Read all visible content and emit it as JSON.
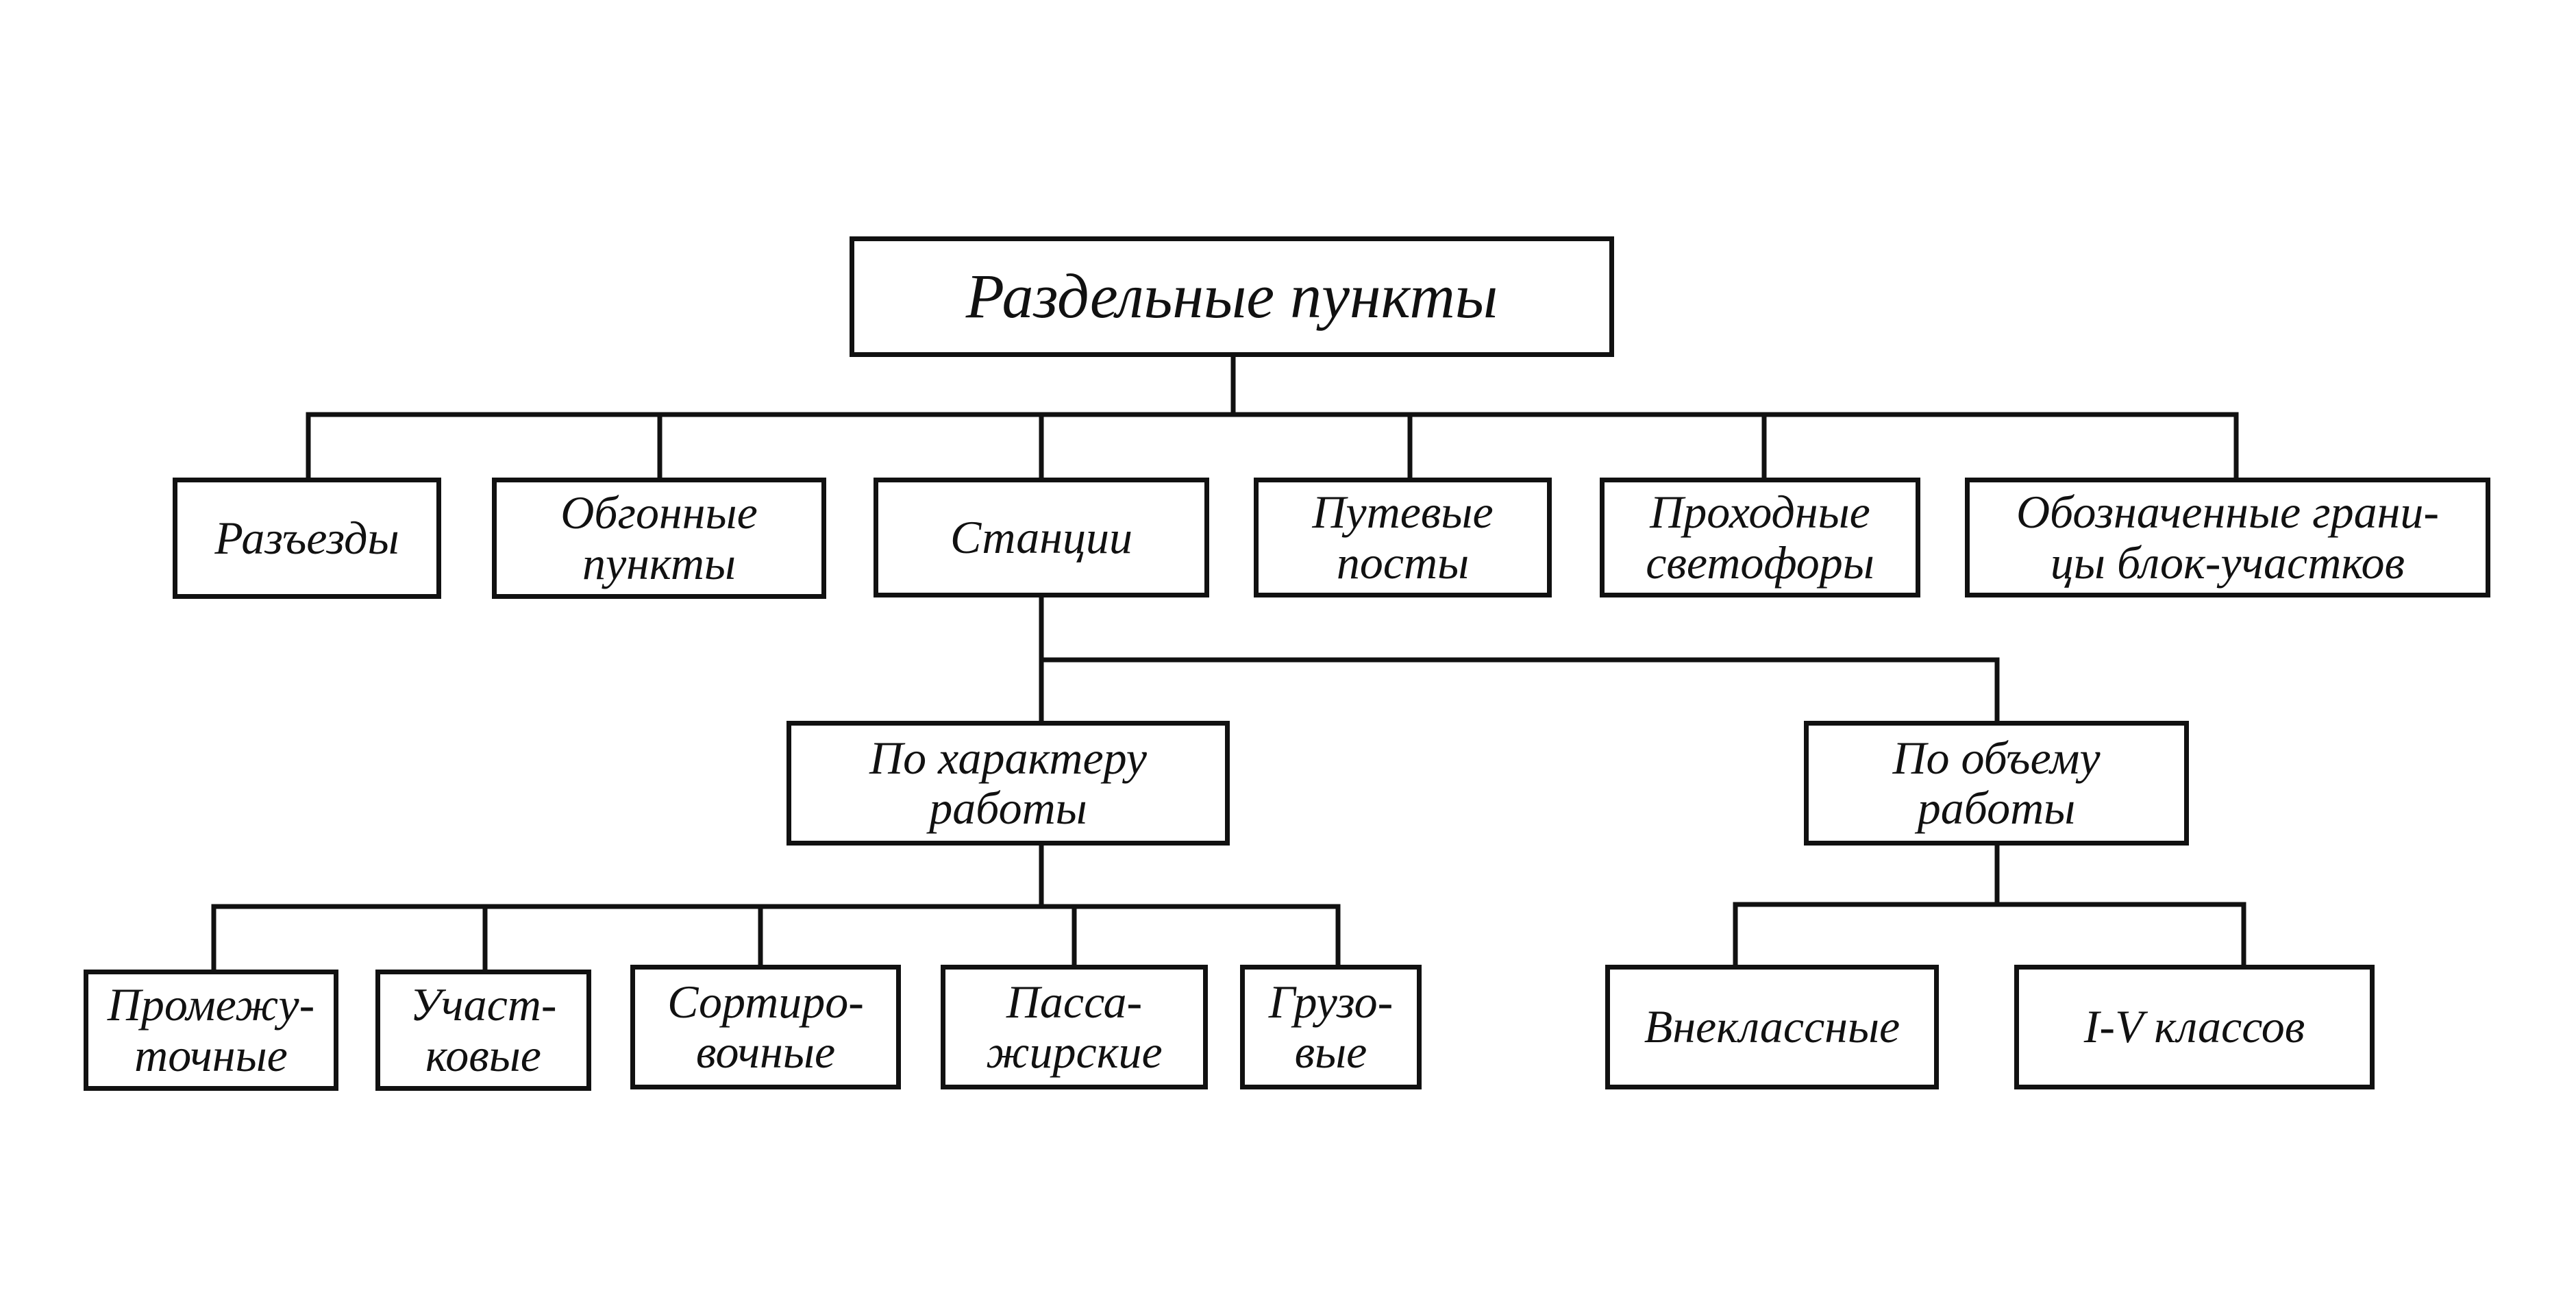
{
  "root": {
    "label": "Раздельные пункты"
  },
  "level1": [
    {
      "lines": [
        "Разъезды"
      ]
    },
    {
      "lines": [
        "Обгонные",
        "пункты"
      ]
    },
    {
      "lines": [
        "Станции"
      ]
    },
    {
      "lines": [
        "Путевые",
        "посты"
      ]
    },
    {
      "lines": [
        "Проходные",
        "светофоры"
      ]
    },
    {
      "lines": [
        "Обозначенные грани-",
        "цы блок-участков"
      ]
    }
  ],
  "level2": [
    {
      "lines": [
        "По характеру",
        "работы"
      ]
    },
    {
      "lines": [
        "По объему",
        "работы"
      ]
    }
  ],
  "level3_character": [
    {
      "lines": [
        "Промежу-",
        "точные"
      ]
    },
    {
      "lines": [
        "Участ-",
        "ковые"
      ]
    },
    {
      "lines": [
        "Сортиро-",
        "вочные"
      ]
    },
    {
      "lines": [
        "Пасса-",
        "жирские"
      ]
    },
    {
      "lines": [
        "Грузо-",
        "вые"
      ]
    }
  ],
  "level3_volume": [
    {
      "lines": [
        "Внеклассные"
      ]
    },
    {
      "lines": [
        "I-V классов"
      ]
    }
  ],
  "colors": {
    "line": "#111111",
    "background": "#ffffff"
  }
}
